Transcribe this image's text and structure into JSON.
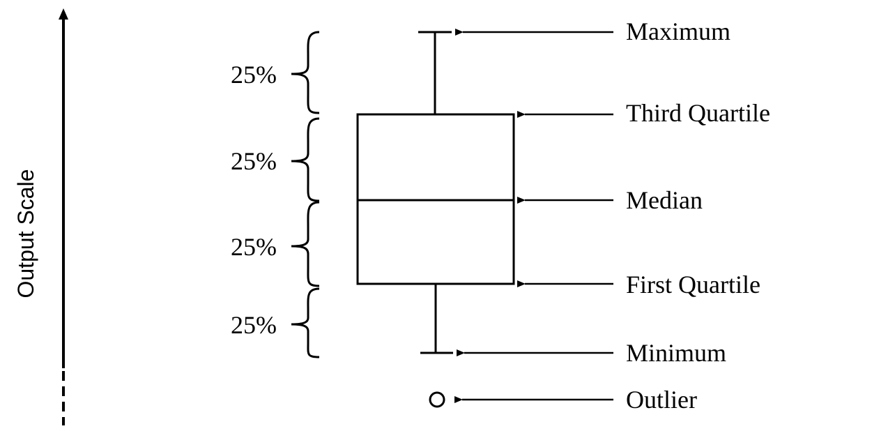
{
  "axis": {
    "label": "Output Scale"
  },
  "percent_labels": [
    "25%",
    "25%",
    "25%",
    "25%"
  ],
  "callouts": {
    "maximum": "Maximum",
    "third_quartile": "Third Quartile",
    "median": "Median",
    "first_quartile": "First Quartile",
    "minimum": "Minimum",
    "outlier": "Outlier"
  },
  "colors": {
    "ink": "#000000",
    "background": "#ffffff"
  }
}
